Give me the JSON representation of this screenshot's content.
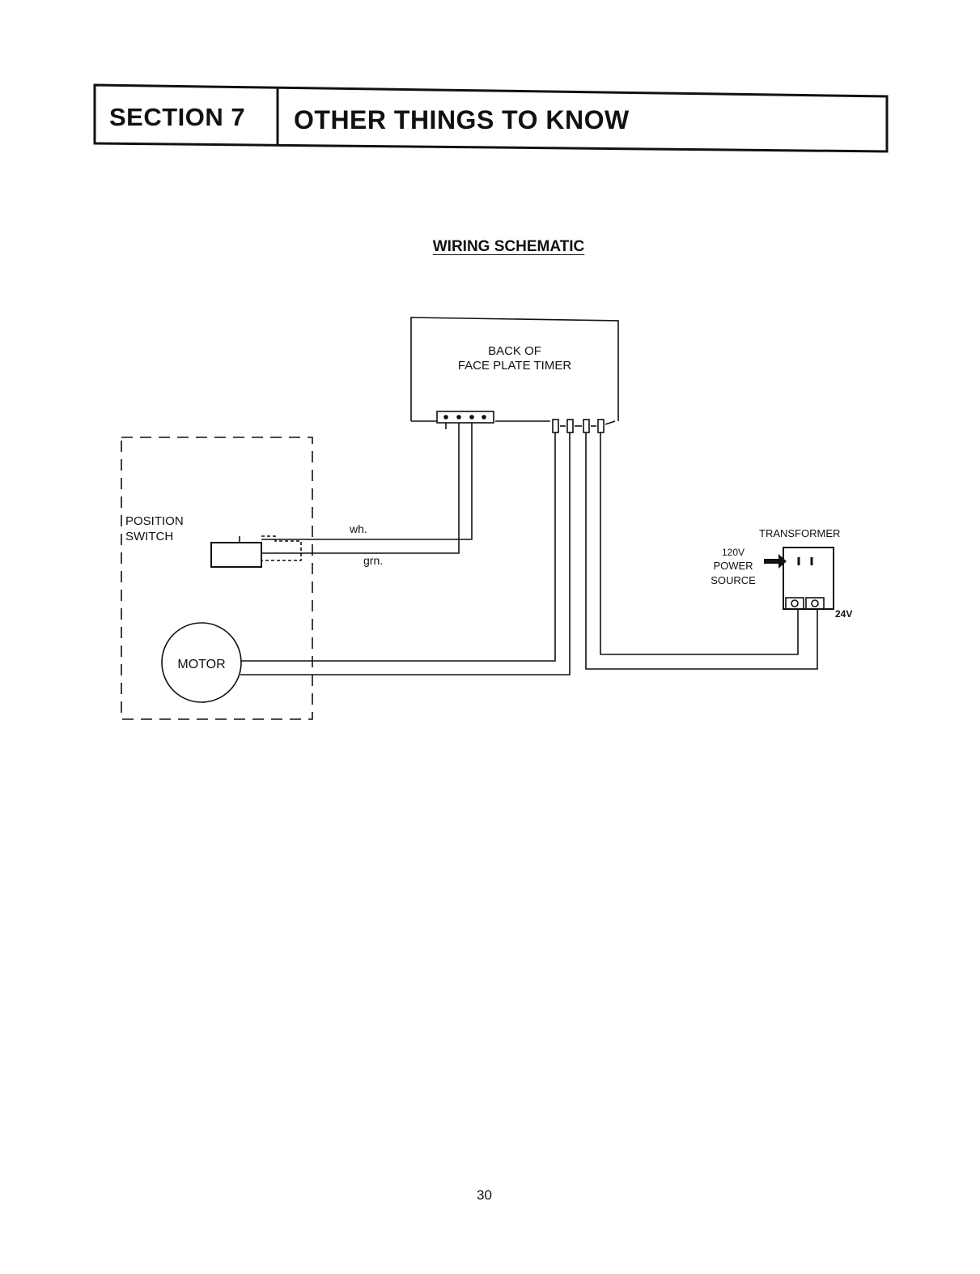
{
  "header": {
    "section_number": "SECTION 7",
    "section_title": "OTHER THINGS TO KNOW"
  },
  "diagram": {
    "title": "WIRING SCHEMATIC",
    "timer_label_line1": "BACK OF",
    "timer_label_line2": "FACE PLATE TIMER",
    "position_switch_line1": "POSITION",
    "position_switch_line2": "SWITCH",
    "motor_label": "MOTOR",
    "wire_white": "wh.",
    "wire_green": "grn.",
    "transformer_label": "TRANSFORMER",
    "power_line1": "120V",
    "power_line2": "POWER",
    "power_line3": "SOURCE",
    "output_voltage": "24V"
  },
  "footer": {
    "page_number": "30"
  }
}
